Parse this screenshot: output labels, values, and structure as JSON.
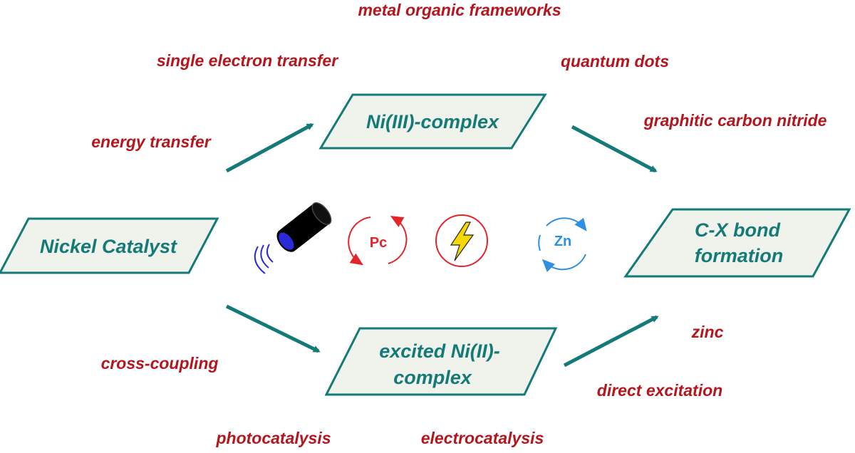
{
  "keywords": {
    "metal_organic_frameworks": "metal organic frameworks",
    "single_electron_transfer": "single electron transfer",
    "quantum_dots": "quantum dots",
    "energy_transfer": "energy transfer",
    "graphitic_carbon_nitride": "graphitic carbon nitride",
    "zinc": "zinc",
    "cross_coupling": "cross-coupling",
    "direct_excitation": "direct excitation",
    "photocatalysis": "photocatalysis",
    "electrocatalysis": "electrocatalysis"
  },
  "boxes": {
    "nickel_catalyst": "Nickel Catalyst",
    "ni_iii_complex": "Ni(III)-complex",
    "excited_line1": "excited Ni(II)-",
    "excited_line2": "complex",
    "cx_line1": "C-X bond",
    "cx_line2": "formation"
  },
  "icons": {
    "pc_label": "Pc",
    "zn_label": "Zn",
    "names": [
      "light-source-icon",
      "photocatalyst-cycle-icon",
      "electricity-bolt-icon",
      "zinc-cycle-icon"
    ]
  },
  "colors": {
    "keyword_red": "#b5161d",
    "teal": "#137a78",
    "box_fill": "#f0f3ec",
    "cycle_red": "#e3242b",
    "cycle_blue": "#2f8fe0",
    "bolt_yellow": "#f5d800",
    "device_blue": "#2a2ad8"
  }
}
